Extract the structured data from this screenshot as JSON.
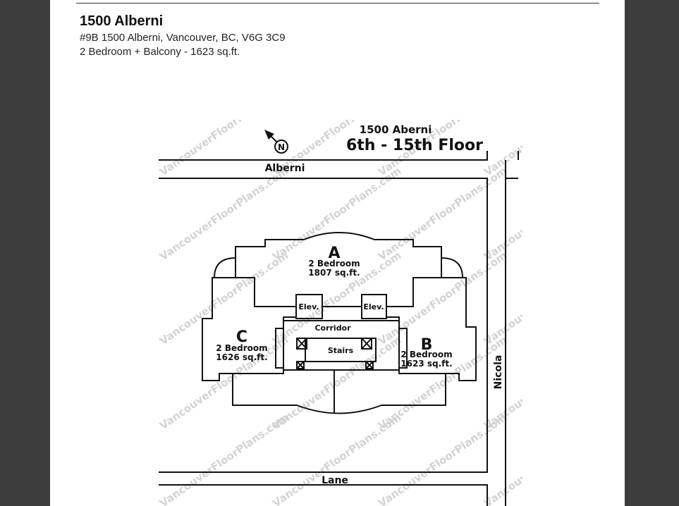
{
  "listing": {
    "title": "1500 Alberni",
    "address": "#9B 1500 Alberni, Vancouver, BC, V6G 3C9",
    "unit": "2 Bedroom + Balcony - 1623 sq.ft."
  },
  "plan": {
    "building": "1500 Aberni",
    "floors": "6th - 15th Floor",
    "north_marker": "N",
    "streets": {
      "top": "Alberni",
      "right": "Nicola",
      "bottom": "Lane"
    },
    "units": [
      {
        "letter": "A",
        "type": "2 Bedroom",
        "area": "1807 sq.ft."
      },
      {
        "letter": "B",
        "type": "2 Bedroom",
        "area": "1623 sq.ft."
      },
      {
        "letter": "C",
        "type": "2 Bedroom",
        "area": "1626 sq.ft."
      }
    ],
    "core": {
      "elevator": "Elev.",
      "corridor": "Corridor",
      "stairs": "Stairs"
    },
    "watermark": "VancouverFloorPlans.com"
  },
  "colors": {
    "background": "#3d3d3d",
    "page": "#ffffff",
    "ink": "#111111",
    "watermark": "#cfcfcf"
  }
}
